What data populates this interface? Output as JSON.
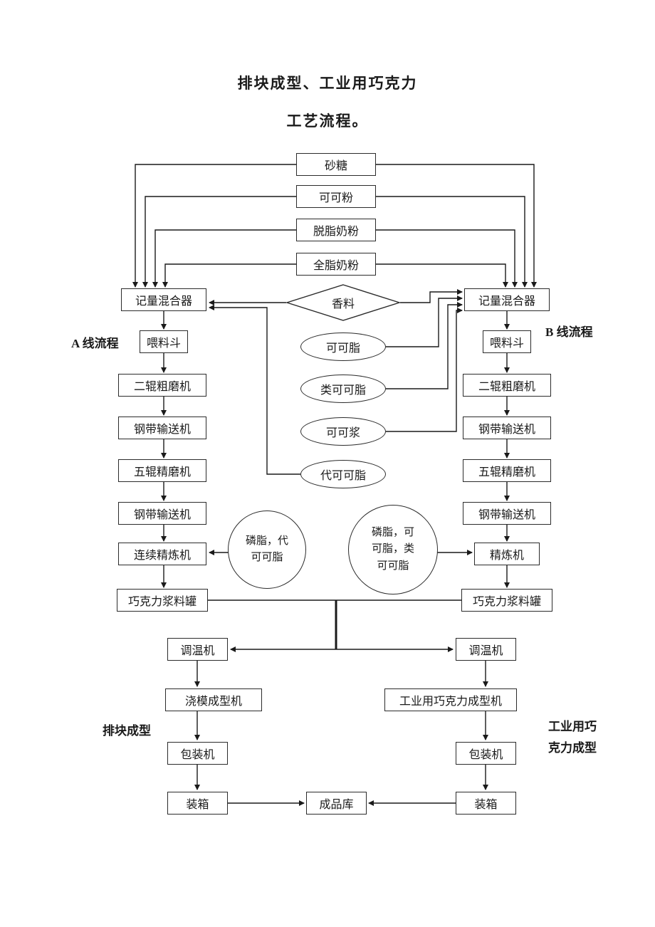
{
  "title": {
    "line1": "排块成型、工业用巧克力",
    "line2": "工艺流程。"
  },
  "ingredients": {
    "sugar": "砂糖",
    "cocoa_powder": "可可粉",
    "skim_milk_powder": "脱脂奶粉",
    "whole_milk_powder": "全脂奶粉",
    "flavor": "香料",
    "cocoa_butter": "可可脂",
    "cocoa_butter_equivalent": "类可可脂",
    "cocoa_liquor": "可可浆",
    "cocoa_butter_substitute": "代可可脂"
  },
  "line_a": {
    "label": "A 线流程",
    "metering_mixer": "记量混合器",
    "feed_hopper": "喂料斗",
    "coarse_grinder": "二辊粗磨机",
    "belt_conveyor_1": "钢带输送机",
    "fine_grinder": "五辊精磨机",
    "belt_conveyor_2": "钢带输送机",
    "refiner": "连续精炼机",
    "slurry_tank": "巧克力浆料罐",
    "additive": "磷脂，代可可脂"
  },
  "line_b": {
    "label": "B 线流程",
    "metering_mixer": "记量混合器",
    "feed_hopper": "喂料斗",
    "coarse_grinder": "二辊粗磨机",
    "belt_conveyor_1": "钢带输送机",
    "fine_grinder": "五辊精磨机",
    "belt_conveyor_2": "钢带输送机",
    "refiner": "精炼机",
    "slurry_tank": "巧克力浆料罐",
    "additive": "磷脂，可可脂，类可可脂"
  },
  "finishing": {
    "tempering_left": "调温机",
    "tempering_right": "调温机",
    "molding_left": "浇模成型机",
    "molding_right": "工业用巧克力成型机",
    "label_left": "排块成型",
    "label_right": "工业用巧克力成型",
    "packing_left": "包装机",
    "packing_right": "包装机",
    "boxing_left": "装箱",
    "boxing_right": "装箱",
    "warehouse": "成品库"
  }
}
